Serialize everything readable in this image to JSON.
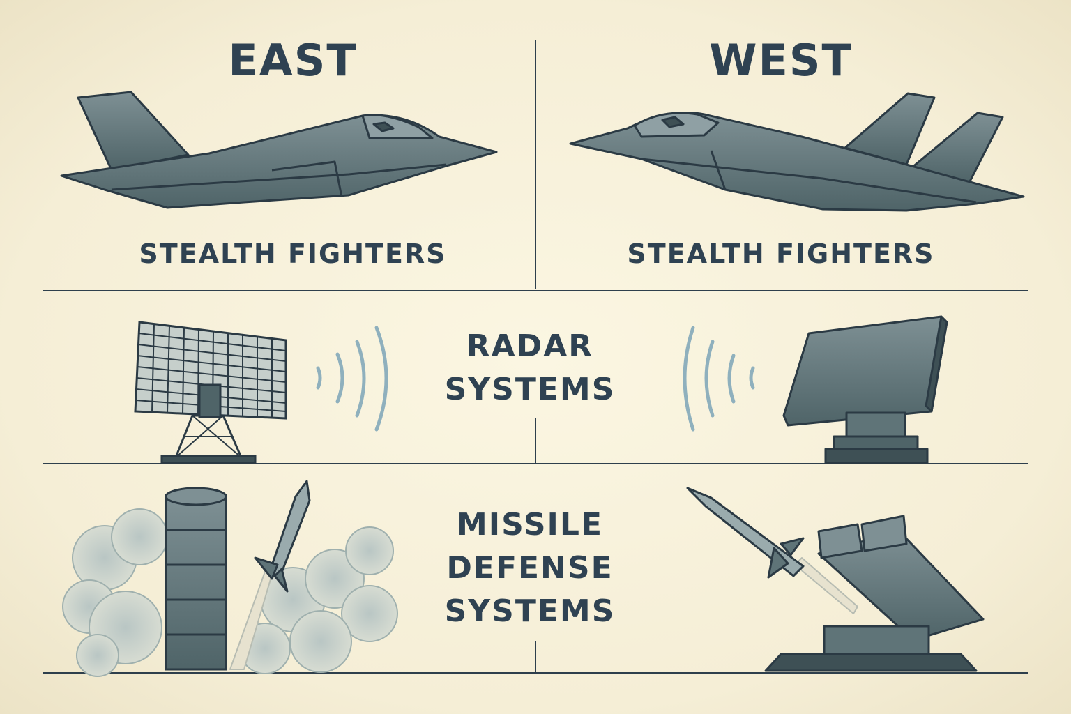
{
  "columns": {
    "east_title": "EAST",
    "west_title": "WEST"
  },
  "rows": {
    "fighters": {
      "east_label": "STEALTH FIGHTERS",
      "west_label": "STEALTH FIGHTERS"
    },
    "radar": {
      "label_line1": "RADAR",
      "label_line2": "SYSTEMS"
    },
    "missile": {
      "label_line1": "MISSILE",
      "label_line2": "DEFENSE",
      "label_line3": "SYSTEMS"
    }
  },
  "colors": {
    "ink": "#2f4252",
    "metal": "#5f7478",
    "signal": "#8fb0bd",
    "paper": "#f7f1dc"
  }
}
